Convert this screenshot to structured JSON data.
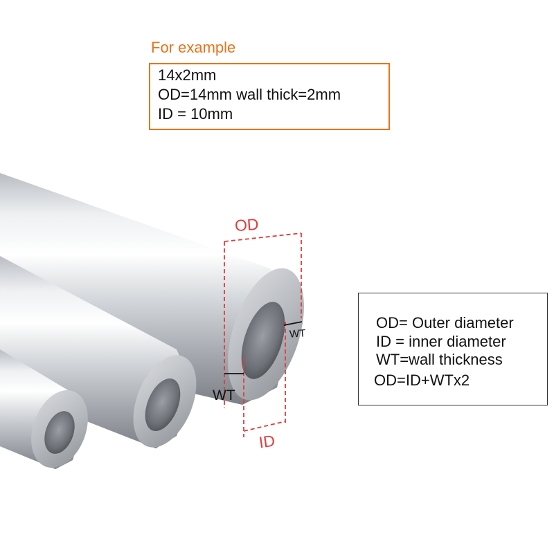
{
  "example": {
    "title": "For example",
    "lines": [
      "14x2mm",
      "OD=14mm wall thick=2mm",
      "ID = 10mm"
    ]
  },
  "legend": {
    "lines": [
      "OD= Outer diameter",
      "ID = inner diameter",
      "WT=wall thickness",
      "OD=ID+WTx2"
    ]
  },
  "labels": {
    "od": "OD",
    "id": "ID",
    "wt_left": "WT",
    "wt_right": "WT"
  },
  "colors": {
    "accent_orange": "#e8741c",
    "dimension_red": "#e23b3b",
    "text": "#111111"
  }
}
